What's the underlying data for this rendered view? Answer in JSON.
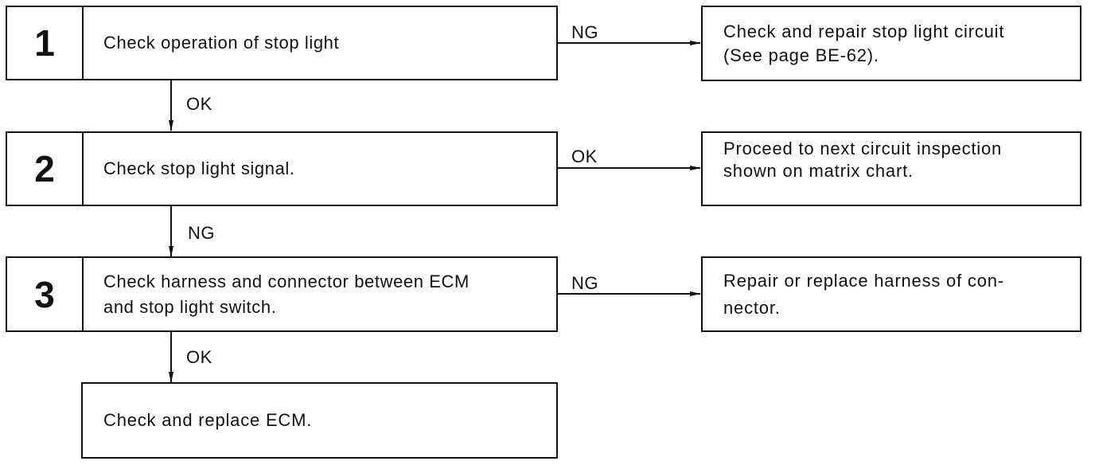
{
  "steps": [
    {
      "number": "1",
      "text": "Check operation of stop light"
    },
    {
      "number": "2",
      "text": "Check stop light signal."
    },
    {
      "number": "3",
      "text": "Check harness and connector between ECM\nand stop light switch."
    }
  ],
  "final_box": {
    "text": "Check and replace ECM."
  },
  "results": [
    {
      "text": "Check and repair stop light circuit\n(See page BE-62)."
    },
    {
      "text": "Proceed to next circuit inspection\nshown on matrix chart."
    },
    {
      "text": "Repair or replace harness of con-\nnector."
    }
  ],
  "branch_labels": {
    "step1_right": "NG",
    "step1_down": "OK",
    "step2_right": "OK",
    "step2_down": "NG",
    "step3_right": "NG",
    "step3_down": "OK"
  }
}
